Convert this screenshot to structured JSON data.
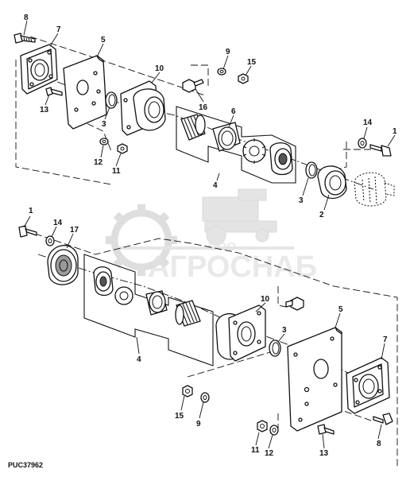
{
  "figure_code": "PUC37962",
  "watermark": {
    "company_form": "ООО",
    "company_name": "АГРОСНАБ"
  },
  "callouts_top": [
    "8",
    "7",
    "5",
    "13",
    "10",
    "9",
    "15",
    "16",
    "3",
    "6",
    "12",
    "11",
    "4",
    "14",
    "1",
    "3",
    "2"
  ],
  "callouts_bottom": [
    "1",
    "14",
    "17",
    "10",
    "5",
    "3",
    "7",
    "4",
    "15",
    "9",
    "11",
    "12",
    "13",
    "8"
  ]
}
